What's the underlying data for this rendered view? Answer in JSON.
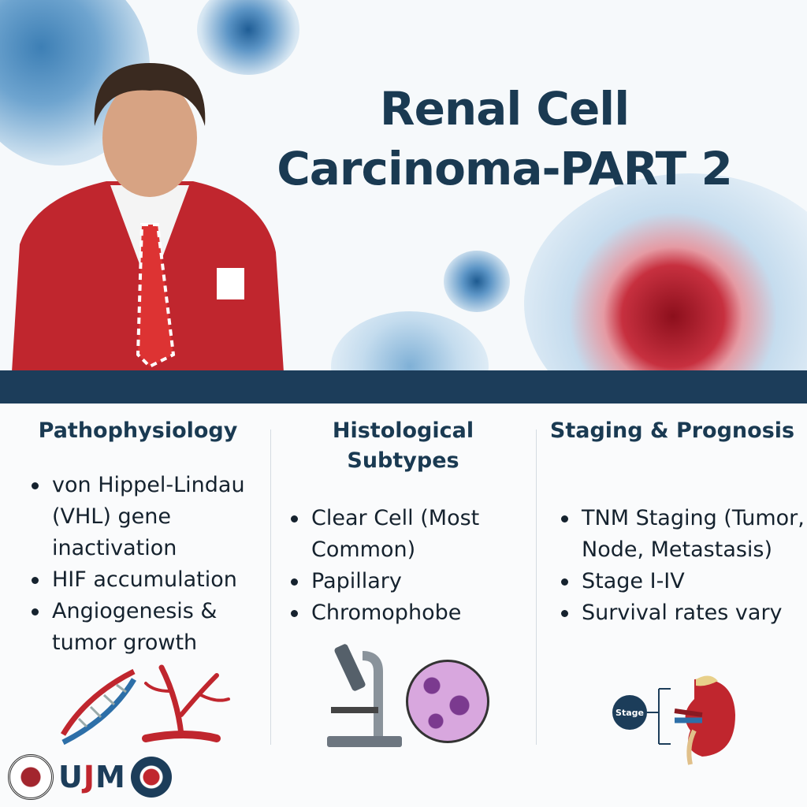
{
  "header": {
    "title_line1": "Renal Cell",
    "title_line2": "Carcinoma-PART 2"
  },
  "colors": {
    "navy": "#1c3d5a",
    "title": "#1a3a52",
    "jacket_red": "#c0262e"
  },
  "columns": [
    {
      "heading": "Pathophysiology",
      "items": [
        "von Hippel-Lindau (VHL) gene inactivation",
        "HIF accumulation",
        "Angiogenesis & tumor growth"
      ],
      "icons": [
        "dna-icon",
        "blood-vessel-icon"
      ]
    },
    {
      "heading": "Histological Subtypes",
      "items": [
        "Clear Cell (Most Common)",
        "Papillary",
        "Chromophobe"
      ],
      "icons": [
        "microscope-icon",
        "cells-magnified-icon"
      ]
    },
    {
      "heading": "Staging & Prognosis",
      "items": [
        "TNM Staging (Tumor, Node, Metastasis)",
        "Stage I-IV",
        "Survival rates vary"
      ],
      "icons": [
        "kidney-icon"
      ],
      "diagram_label": "Stage"
    }
  ],
  "footer": {
    "logo_u": "U",
    "logo_j": "J",
    "logo_m": "M"
  }
}
